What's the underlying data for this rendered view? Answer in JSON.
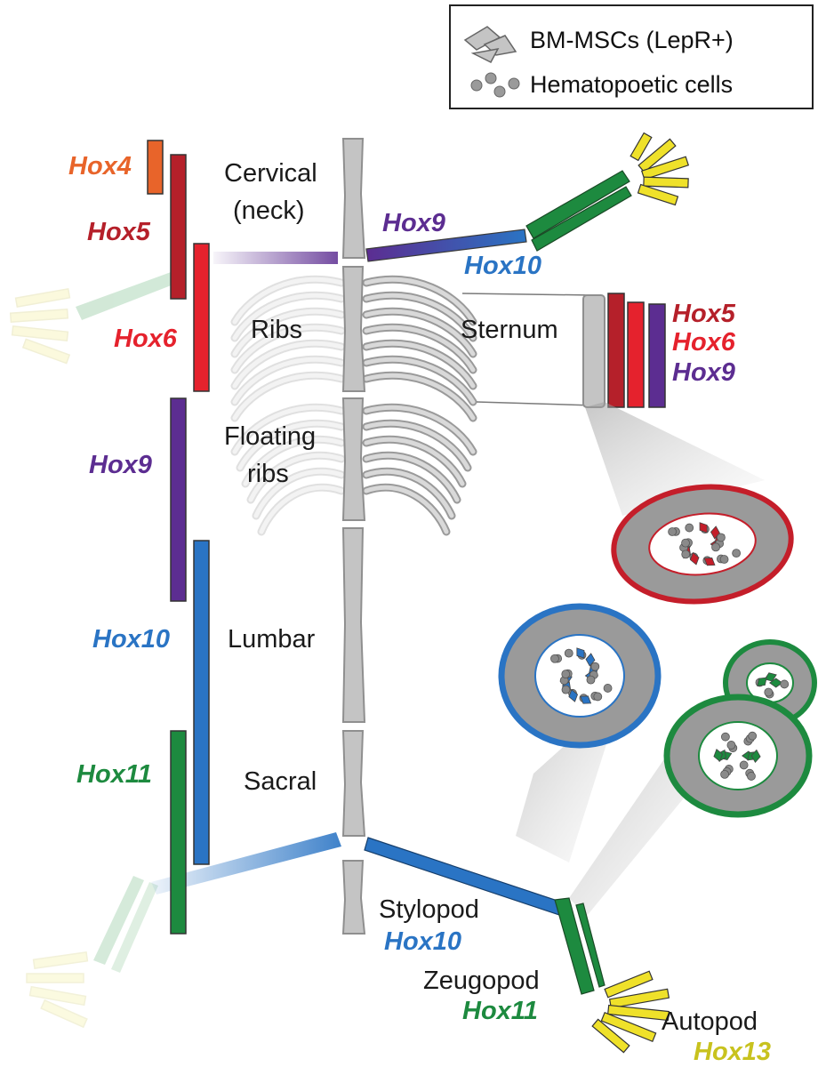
{
  "legend": {
    "msc_label": "BM-MSCs (LepR+)",
    "hematopoietic_label": "Hematopoetic cells"
  },
  "regions": {
    "cervical": "Cervical",
    "cervical_sub": "(neck)",
    "ribs": "Ribs",
    "floating_1": "Floating",
    "floating_2": "ribs",
    "lumbar": "Lumbar",
    "sacral": "Sacral",
    "sternum": "Sternum"
  },
  "limb_segments": {
    "stylopod": "Stylopod",
    "zeugopod": "Zeugopod",
    "autopod": "Autopod"
  },
  "hox_axial": [
    "Hox4",
    "Hox5",
    "Hox6",
    "Hox9",
    "Hox10",
    "Hox11"
  ],
  "hox_forelimb": [
    "Hox9",
    "Hox10"
  ],
  "hox_sternum": [
    "Hox5",
    "Hox6",
    "Hox9"
  ],
  "hox_hindlimb": [
    "Hox10",
    "Hox11",
    "Hox13"
  ],
  "colors": {
    "Hox4": "#e8642a",
    "Hox5": "#b5202a",
    "Hox6": "#e5222d",
    "Hox9": "#5c2d91",
    "Hox10": "#2a74c4",
    "Hox11": "#1d8a3f",
    "Hox13": "#c8c21e",
    "bone": "#c4c4c4",
    "bone_outline": "#8f8f8f"
  }
}
